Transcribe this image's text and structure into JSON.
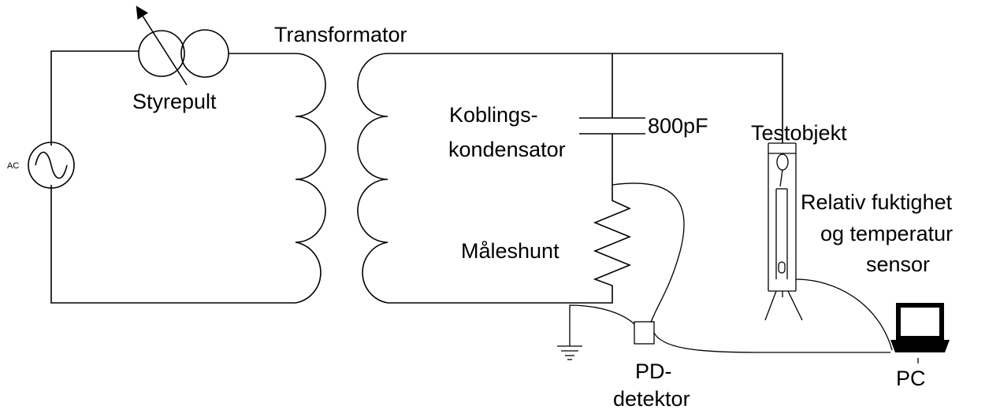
{
  "labels": {
    "transformator": "Transformator",
    "styrepult": "Styrepult",
    "ac": "AC",
    "koblings_line1": "Koblings-",
    "koblings_line2": "kondensator",
    "capacitance": "800pF",
    "maleshunt": "Måleshunt",
    "testobjekt": "Testobjekt",
    "sensor_line1": "Relativ fuktighet",
    "sensor_line2": "og temperatur",
    "sensor_line3": "sensor",
    "pd_line1": "PD-",
    "pd_line2": "detektor",
    "pc": "PC"
  }
}
